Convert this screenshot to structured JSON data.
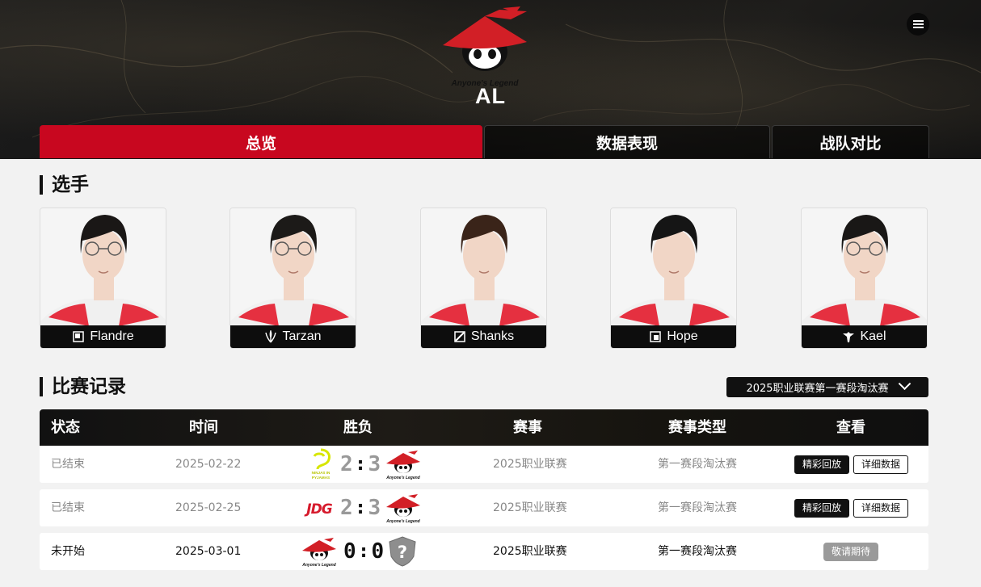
{
  "team": {
    "name": "AL",
    "logo_text": "Anyone's Legend"
  },
  "tabs": [
    {
      "label": "总览",
      "active": true
    },
    {
      "label": "数据表现",
      "active": false
    },
    {
      "label": "战队对比",
      "active": false
    }
  ],
  "players_section": {
    "title": "选手"
  },
  "players": [
    {
      "name": "Flandre",
      "role_icon": "top-lane-icon"
    },
    {
      "name": "Tarzan",
      "role_icon": "jungle-icon"
    },
    {
      "name": "Shanks",
      "role_icon": "mid-lane-icon"
    },
    {
      "name": "Hope",
      "role_icon": "bot-lane-icon"
    },
    {
      "name": "Kael",
      "role_icon": "support-icon"
    }
  ],
  "matches_section": {
    "title": "比赛记录",
    "season_select": "2025职业联赛第一赛段淘汰赛"
  },
  "table": {
    "headers": [
      "状态",
      "时间",
      "胜负",
      "赛事",
      "赛事类型",
      "查看"
    ],
    "rows": [
      {
        "status": "已结束",
        "date": "2025-02-22",
        "home_logo": "nip-logo",
        "home_logo_text": "NINJAS IN PYJAMAS",
        "away_logo": "al-logo",
        "away_logo_text": "Anyone's Legend",
        "home_score": "2",
        "sep": ":",
        "away_score": "3",
        "event": "2025职业联赛",
        "stage": "第一赛段淘汰赛",
        "actions": [
          "精彩回放",
          "详细数据"
        ]
      },
      {
        "status": "已结束",
        "date": "2025-02-25",
        "home_logo": "jdg-logo",
        "home_logo_text": "JDG",
        "away_logo": "al-logo",
        "away_logo_text": "Anyone's Legend",
        "home_score": "2",
        "sep": ":",
        "away_score": "3",
        "event": "2025职业联赛",
        "stage": "第一赛段淘汰赛",
        "actions": [
          "精彩回放",
          "详细数据"
        ]
      },
      {
        "status": "未开始",
        "date": "2025-03-01",
        "home_logo": "al-logo",
        "home_logo_text": "Anyone's Legend",
        "away_logo": "unknown-team-logo",
        "away_logo_text": "?",
        "home_score": "0",
        "sep": ":",
        "away_score": "0",
        "event": "2025职业联赛",
        "stage": "第一赛段淘汰赛",
        "actions": [
          "敬请期待"
        ]
      }
    ]
  },
  "colors": {
    "accent": "#c8071f",
    "header_bg": "#161616",
    "nip_yellow": "#d7e600"
  }
}
